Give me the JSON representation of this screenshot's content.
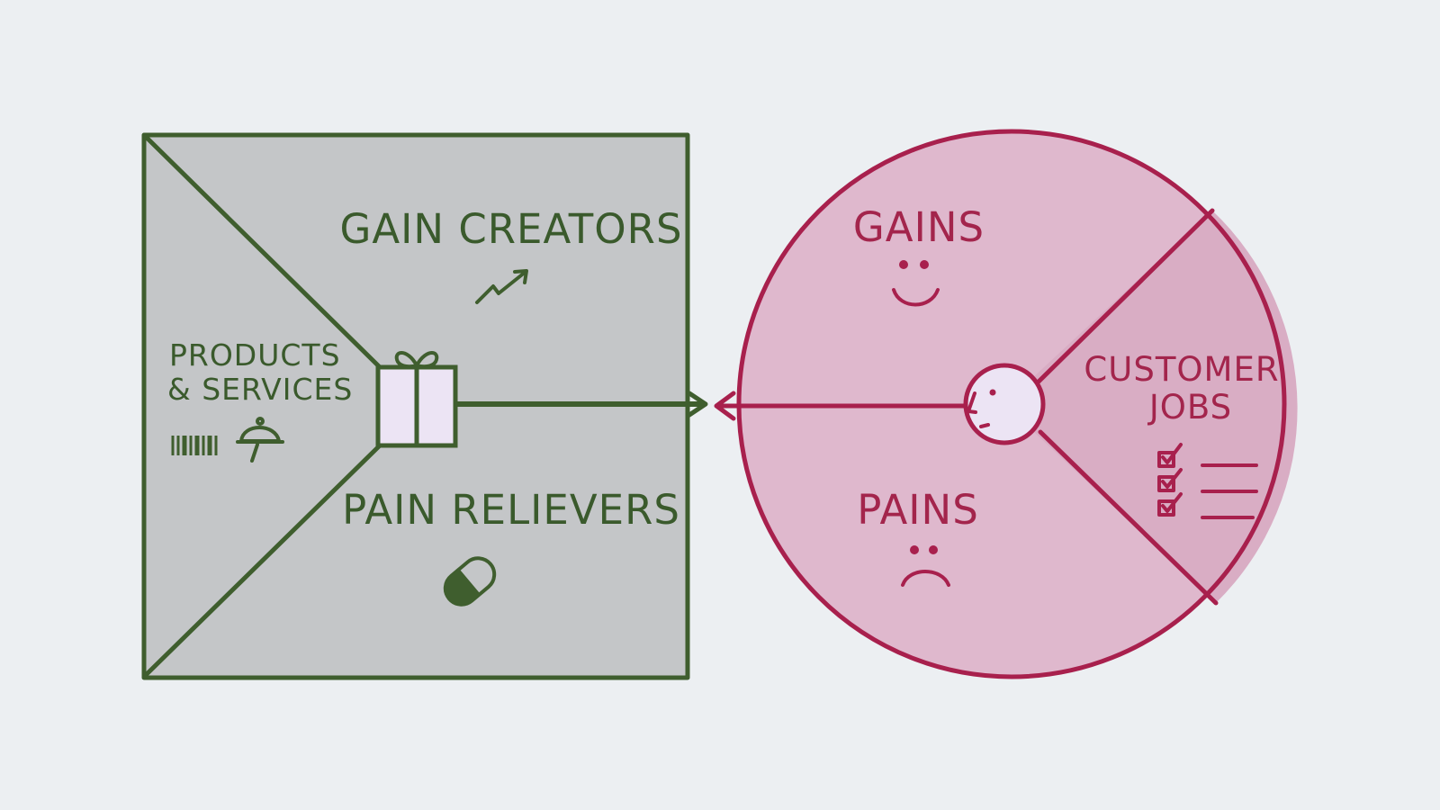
{
  "value_map": {
    "gain_creators": "GAIN CREATORS",
    "products_services_line1": "PRODUCTS",
    "products_services_line2": "& SERVICES",
    "pain_relievers": "PAIN RELIEVERS"
  },
  "customer_profile": {
    "gains": "GAINS",
    "pains": "PAINS",
    "customer_jobs_line1": "CUSTOMER",
    "customer_jobs_line2": "JOBS"
  },
  "colors": {
    "background": "#eceff2",
    "square_fill": "#c4c6c8",
    "square_stroke": "#3f5e2e",
    "circle_fill": "#dfb8cd",
    "jobs_fill": "#d9adc4",
    "circle_stroke": "#a8204d",
    "gift_fill": "#ece4f4",
    "face_fill": "#ece4f4"
  },
  "icons": [
    "trend-up-arrow-icon",
    "pill-icon",
    "gift-icon",
    "barcode-icon",
    "serving-cloche-icon",
    "smiley-icon",
    "frown-icon",
    "customer-face-icon",
    "checklist-icon"
  ]
}
